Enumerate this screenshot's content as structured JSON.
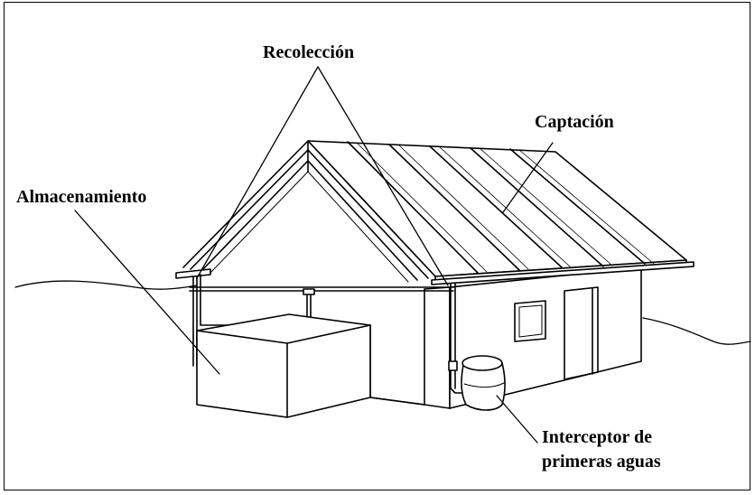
{
  "labels": {
    "collection": "Recolección",
    "catchment": "Captación",
    "storage": "Almacenamiento",
    "interceptor_line1": "Interceptor de",
    "interceptor_line2": "primeras aguas"
  },
  "colors": {
    "ink": "#000000",
    "background": "#ffffff"
  }
}
